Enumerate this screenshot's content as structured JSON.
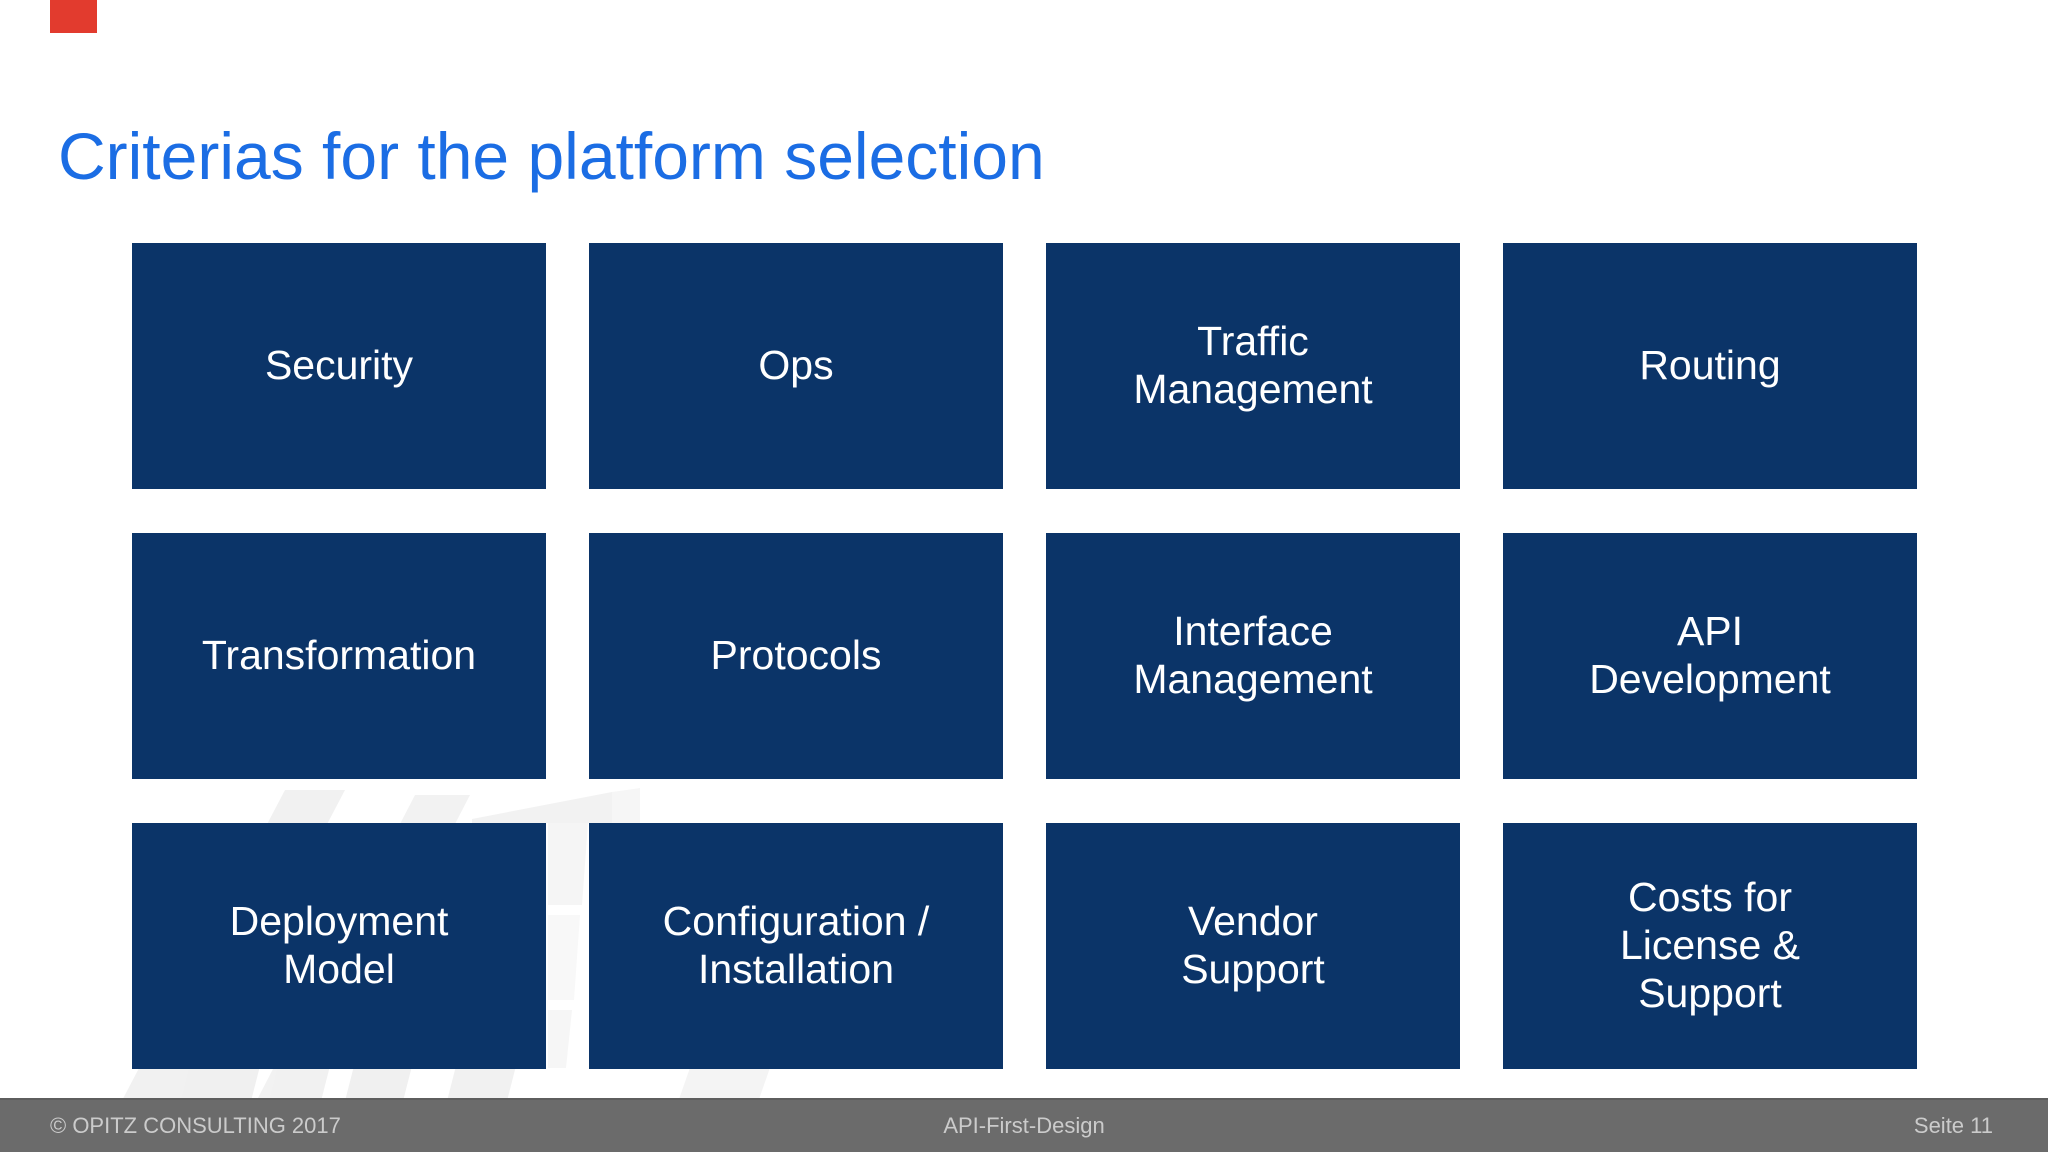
{
  "slide": {
    "title": "Criterias for the platform selection"
  },
  "grid": {
    "boxes": [
      {
        "id": "security",
        "lines": [
          "Security"
        ]
      },
      {
        "id": "ops",
        "lines": [
          "Ops"
        ]
      },
      {
        "id": "traffic-management",
        "lines": [
          "Traffic",
          "Management"
        ]
      },
      {
        "id": "routing",
        "lines": [
          "Routing"
        ]
      },
      {
        "id": "transformation",
        "lines": [
          "Transformation"
        ]
      },
      {
        "id": "protocols",
        "lines": [
          "Protocols"
        ]
      },
      {
        "id": "interface-management",
        "lines": [
          "Interface",
          "Management"
        ]
      },
      {
        "id": "api-development",
        "lines": [
          "API",
          "Development"
        ]
      },
      {
        "id": "deployment-model",
        "lines": [
          "Deployment",
          "Model"
        ]
      },
      {
        "id": "configuration-installation",
        "lines": [
          "Configuration /",
          "Installation"
        ]
      },
      {
        "id": "vendor-support",
        "lines": [
          "Vendor",
          "Support"
        ]
      },
      {
        "id": "costs-license-support",
        "lines": [
          "Costs for",
          "License &",
          "Support"
        ]
      }
    ]
  },
  "footer": {
    "copyright": "© OPITZ CONSULTING 2017",
    "center": "API-First-Design",
    "page": "Seite 11"
  },
  "colors": {
    "title_blue": "#1b6de4",
    "box_navy": "#0b3468",
    "box_text": "#ffffff",
    "footer_bar": "#6b6b6b",
    "footer_text": "#cbcbcb",
    "accent_red": "#e23b2e",
    "watermark_gray": "#f0f0f0",
    "background": "#ffffff"
  }
}
